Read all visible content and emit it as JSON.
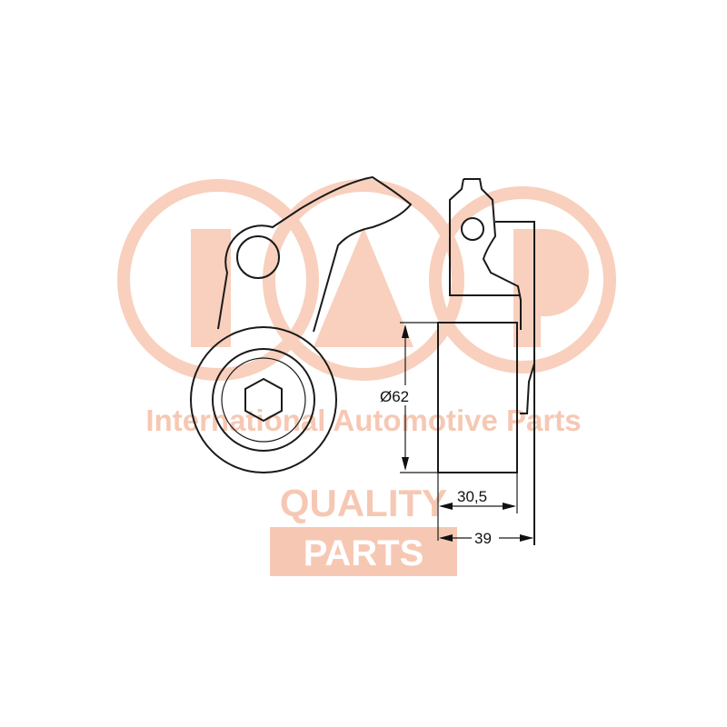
{
  "watermark": {
    "brand_letters": "IAP",
    "tagline": "International Automotive Parts",
    "quality": "QUALITY",
    "parts": "PARTS",
    "color": "#f6c8b3"
  },
  "drawing": {
    "diameter_label": "Ø62",
    "width_label": "30,5",
    "total_width_label": "39",
    "line_color": "#1a1a1a"
  }
}
